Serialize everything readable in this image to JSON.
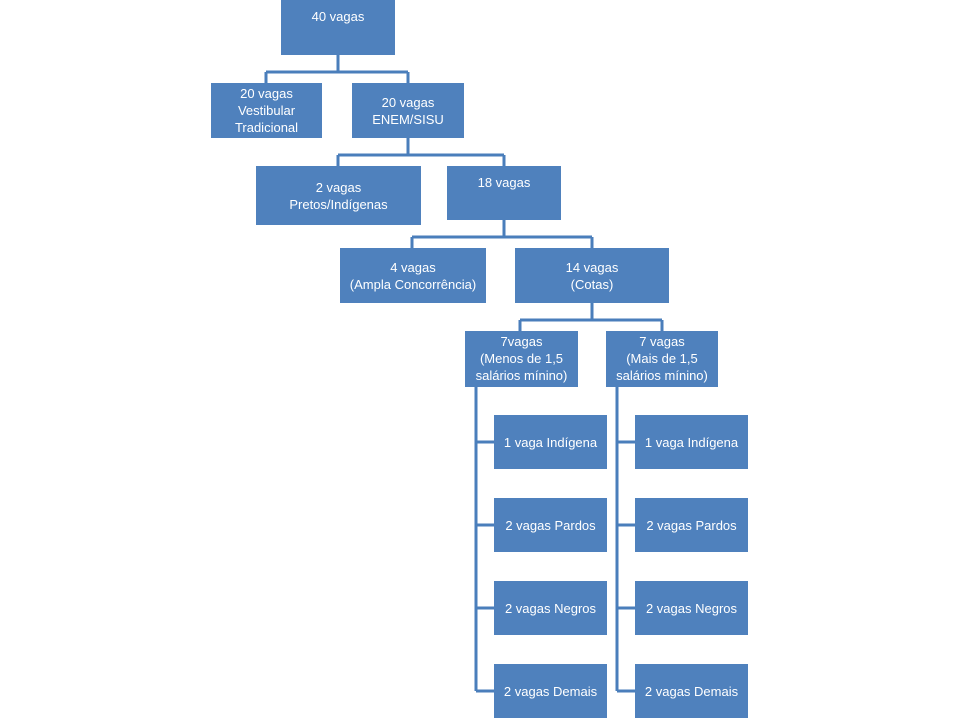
{
  "colors": {
    "box_fill": "#4f81bd",
    "connector": "#4a7ebb",
    "text": "#ffffff"
  },
  "nodes": {
    "root": "40 vagas",
    "vestibular": "20 vagas\nVestibular\nTradicional",
    "enem": "20 vagas\nENEM/SISU",
    "pretos_indigenas": "2 vagas\nPretos/Indígenas",
    "v18": "18 vagas",
    "ampla": "4 vagas\n(Ampla Concorrência)",
    "cotas": "14 vagas\n(Cotas)",
    "menos": "7vagas\n(Menos de 1,5\nsalários mínino)",
    "mais": "7 vagas\n(Mais de 1,5\nsalários mínino)",
    "menos_children": [
      "1 vaga Indígena",
      "2 vagas Pardos",
      "2 vagas Negros",
      "2 vagas Demais"
    ],
    "mais_children": [
      "1 vaga Indígena",
      "2 vagas Pardos",
      "2 vagas Negros",
      "2 vagas Demais"
    ]
  }
}
